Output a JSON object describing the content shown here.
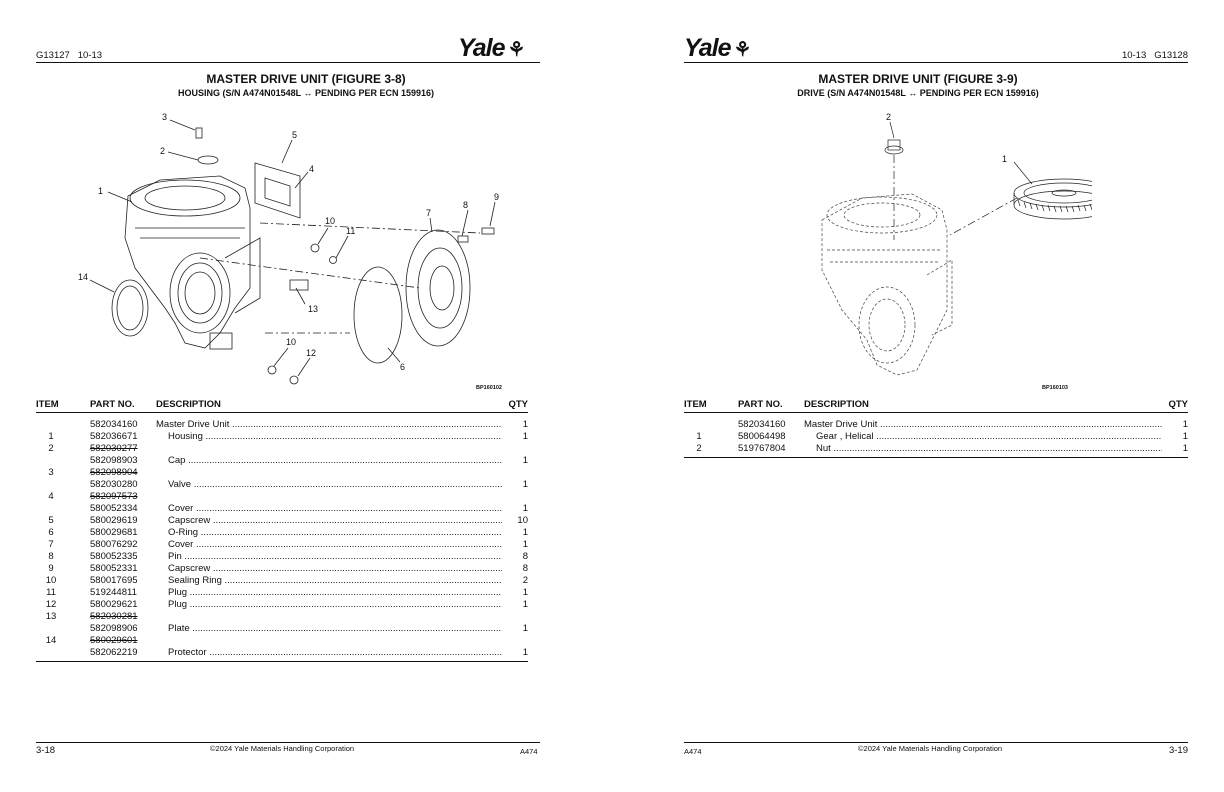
{
  "left": {
    "doc_code": "G13127",
    "date_code": "10-13",
    "logo_text": "Yale",
    "logo_mark": "⚘",
    "title": "MASTER DRIVE UNIT (FIGURE 3-8)",
    "subtitle": "HOUSING (S/N A474N01548L ↔ PENDING PER ECN 159916)",
    "figure_code": "BP160102",
    "callouts": [
      "3",
      "5",
      "2",
      "4",
      "1",
      "9",
      "8",
      "10",
      "7",
      "11",
      "14",
      "13",
      "10",
      "12",
      "6"
    ],
    "table": {
      "headers": {
        "item": "ITEM",
        "part": "PART NO.",
        "desc": "DESCRIPTION",
        "qty": "QTY"
      },
      "rows": [
        {
          "item": "",
          "part": "582034160",
          "desc": "Master Drive Unit",
          "qty": "1",
          "indent": 0,
          "strike": false
        },
        {
          "item": "1",
          "part": "582036671",
          "desc": "Housing",
          "qty": "1",
          "indent": 1,
          "strike": false
        },
        {
          "item": "2",
          "part": "582030277",
          "desc": "",
          "qty": "",
          "indent": 1,
          "strike": true
        },
        {
          "item": "",
          "part": "582098903",
          "desc": "Cap",
          "qty": "1",
          "indent": 1,
          "strike": false
        },
        {
          "item": "3",
          "part": "582098904",
          "desc": "",
          "qty": "",
          "indent": 1,
          "strike": true
        },
        {
          "item": "",
          "part": "582030280",
          "desc": "Valve",
          "qty": "1",
          "indent": 1,
          "strike": false
        },
        {
          "item": "4",
          "part": "582097573",
          "desc": "",
          "qty": "",
          "indent": 1,
          "strike": true
        },
        {
          "item": "",
          "part": "580052334",
          "desc": "Cover",
          "qty": "1",
          "indent": 1,
          "strike": false
        },
        {
          "item": "5",
          "part": "580029619",
          "desc": "Capscrew",
          "qty": "10",
          "indent": 1,
          "strike": false
        },
        {
          "item": "6",
          "part": "580029681",
          "desc": "O-Ring",
          "qty": "1",
          "indent": 1,
          "strike": false
        },
        {
          "item": "7",
          "part": "580076292",
          "desc": "Cover",
          "qty": "1",
          "indent": 1,
          "strike": false
        },
        {
          "item": "8",
          "part": "580052335",
          "desc": "Pin",
          "qty": "8",
          "indent": 1,
          "strike": false
        },
        {
          "item": "9",
          "part": "580052331",
          "desc": "Capscrew",
          "qty": "8",
          "indent": 1,
          "strike": false
        },
        {
          "item": "10",
          "part": "580017695",
          "desc": "Sealing Ring",
          "qty": "2",
          "indent": 1,
          "strike": false
        },
        {
          "item": "11",
          "part": "519244811",
          "desc": "Plug",
          "qty": "1",
          "indent": 1,
          "strike": false
        },
        {
          "item": "12",
          "part": "580029621",
          "desc": "Plug",
          "qty": "1",
          "indent": 1,
          "strike": false
        },
        {
          "item": "13",
          "part": "582030281",
          "desc": "",
          "qty": "",
          "indent": 1,
          "strike": true
        },
        {
          "item": "",
          "part": "582098906",
          "desc": "Plate",
          "qty": "1",
          "indent": 1,
          "strike": false
        },
        {
          "item": "14",
          "part": "580029601",
          "desc": "",
          "qty": "",
          "indent": 1,
          "strike": true
        },
        {
          "item": "",
          "part": "582062219",
          "desc": "Protector",
          "qty": "1",
          "indent": 1,
          "strike": false
        }
      ]
    },
    "page_number": "3-18",
    "copyright": "©2024 Yale Materials Handling Corporation",
    "model": "A474"
  },
  "right": {
    "doc_code": "G13128",
    "date_code": "10-13",
    "logo_text": "Yale",
    "logo_mark": "⚘",
    "title": "MASTER DRIVE UNIT (FIGURE 3-9)",
    "subtitle": "DRIVE (S/N A474N01548L ↔ PENDING PER ECN 159916)",
    "figure_code": "BP160103",
    "callouts": [
      "2",
      "1"
    ],
    "table": {
      "headers": {
        "item": "ITEM",
        "part": "PART NO.",
        "desc": "DESCRIPTION",
        "qty": "QTY"
      },
      "rows": [
        {
          "item": "",
          "part": "582034160",
          "desc": "Master Drive Unit",
          "qty": "1",
          "indent": 0,
          "strike": false
        },
        {
          "item": "1",
          "part": "580064498",
          "desc": "Gear , Helical",
          "qty": "1",
          "indent": 1,
          "strike": false
        },
        {
          "item": "2",
          "part": "519767804",
          "desc": "Nut",
          "qty": "1",
          "indent": 1,
          "strike": false
        }
      ]
    },
    "page_number": "3-19",
    "copyright": "©2024 Yale Materials Handling Corporation",
    "model": "A474"
  }
}
